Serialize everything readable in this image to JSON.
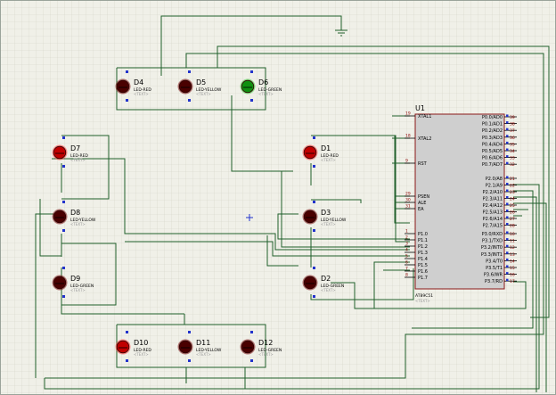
{
  "colors": {
    "background": "#f0f0e8",
    "grid": "#d4d4c8",
    "wire": "#1f5f2a",
    "chip_fill": "#cfcfcf",
    "chip_border": "#8b1a1a",
    "led_red": "#c00000",
    "led_off": "#4a0000",
    "led_green": "#109010",
    "pin_dot": "#2233cc"
  },
  "leds": [
    {
      "id": "D4",
      "type": "LED-RED",
      "state": "off"
    },
    {
      "id": "D5",
      "type": "LED-YELLOW",
      "state": "off"
    },
    {
      "id": "D6",
      "type": "LED-GREEN",
      "state": "green"
    },
    {
      "id": "D7",
      "type": "LED-RED",
      "state": "red"
    },
    {
      "id": "D1",
      "type": "LED-RED",
      "state": "red"
    },
    {
      "id": "D8",
      "type": "LED-YELLOW",
      "state": "off"
    },
    {
      "id": "D3",
      "type": "LED-YELLOW",
      "state": "off"
    },
    {
      "id": "D9",
      "type": "LED-GREEN",
      "state": "off"
    },
    {
      "id": "D2",
      "type": "LED-GREEN",
      "state": "off"
    },
    {
      "id": "D10",
      "type": "LED-RED",
      "state": "red"
    },
    {
      "id": "D11",
      "type": "LED-YELLOW",
      "state": "off"
    },
    {
      "id": "D12",
      "type": "LED-GREEN",
      "state": "off"
    }
  ],
  "led_text": "<TEXT>",
  "chip": {
    "ref": "U1",
    "part": "AT89C51",
    "text": "<TEXT>",
    "left_pins": [
      {
        "no": "19",
        "name": "XTAL1"
      },
      {
        "no": "18",
        "name": "XTAL2"
      },
      {
        "no": "9",
        "name": "RST"
      },
      {
        "no": "29",
        "name": "PSEN"
      },
      {
        "no": "30",
        "name": "ALE"
      },
      {
        "no": "31",
        "name": "EA"
      },
      {
        "no": "1",
        "name": "P1.0"
      },
      {
        "no": "2",
        "name": "P1.1"
      },
      {
        "no": "3",
        "name": "P1.2"
      },
      {
        "no": "4",
        "name": "P1.3"
      },
      {
        "no": "5",
        "name": "P1.4"
      },
      {
        "no": "6",
        "name": "P1.5"
      },
      {
        "no": "7",
        "name": "P1.6"
      },
      {
        "no": "8",
        "name": "P1.7"
      }
    ],
    "right_pins": [
      {
        "no": "39",
        "name": "P0.0/AD0"
      },
      {
        "no": "38",
        "name": "P0.1/AD1"
      },
      {
        "no": "37",
        "name": "P0.2/AD2"
      },
      {
        "no": "36",
        "name": "P0.3/AD3"
      },
      {
        "no": "35",
        "name": "P0.4/AD4"
      },
      {
        "no": "34",
        "name": "P0.5/AD5"
      },
      {
        "no": "33",
        "name": "P0.6/AD6"
      },
      {
        "no": "32",
        "name": "P0.7/AD7"
      },
      {
        "no": "21",
        "name": "P2.0/A8"
      },
      {
        "no": "22",
        "name": "P2.1/A9"
      },
      {
        "no": "23",
        "name": "P2.2/A10"
      },
      {
        "no": "24",
        "name": "P2.3/A11"
      },
      {
        "no": "25",
        "name": "P2.4/A12"
      },
      {
        "no": "26",
        "name": "P2.5/A13"
      },
      {
        "no": "27",
        "name": "P2.6/A14"
      },
      {
        "no": "28",
        "name": "P2.7/A15"
      },
      {
        "no": "10",
        "name": "P3.0/RXD"
      },
      {
        "no": "11",
        "name": "P3.1/TXD"
      },
      {
        "no": "12",
        "name": "P3.2/INT0"
      },
      {
        "no": "13",
        "name": "P3.3/INT1"
      },
      {
        "no": "14",
        "name": "P3.4/T0"
      },
      {
        "no": "15",
        "name": "P3.5/T1"
      },
      {
        "no": "16",
        "name": "P3.6/WR"
      },
      {
        "no": "17",
        "name": "P3.7/RD"
      }
    ]
  }
}
